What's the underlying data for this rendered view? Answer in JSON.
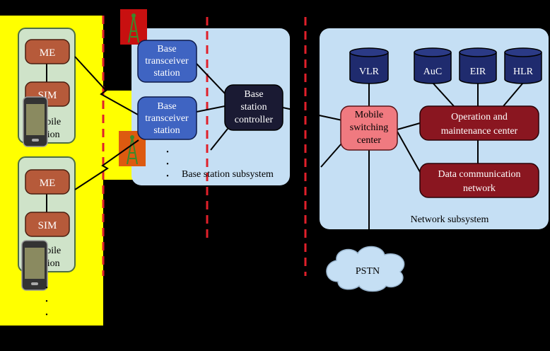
{
  "mobile_station": {
    "me_label": "ME",
    "sim_label": "SIM",
    "name_line1": "Mobile",
    "name_line2": "station"
  },
  "bss": {
    "bts_line1": "Base",
    "bts_line2": "transceiver",
    "bts_line3": "station",
    "bsc_line1": "Base",
    "bsc_line2": "station",
    "bsc_line3": "controller",
    "subsystem_label": "Base station subsystem"
  },
  "nss": {
    "vlr": "VLR",
    "auc": "AuC",
    "eir": "EIR",
    "hlr": "HLR",
    "msc_line1": "Mobile",
    "msc_line2": "switching",
    "msc_line3": "center",
    "omc_line1": "Operation and",
    "omc_line2": "maintenance center",
    "dcn_line1": "Data communication",
    "dcn_line2": "network",
    "subsystem_label": "Network subsystem"
  },
  "pstn": "PSTN",
  "ellipsis_dot": "•",
  "colors": {
    "mobile_zone": "#ffff00",
    "subsystem_bg": "#c5dff4",
    "ms_card": "#cfe3c9",
    "me_sim": "#b65a3a",
    "bts": "#3f64c2",
    "bsc": "#1a1a33",
    "db": "#1f2b6e",
    "msc": "#f07a80",
    "omc": "#8a1620",
    "divider": "#e0202a"
  }
}
